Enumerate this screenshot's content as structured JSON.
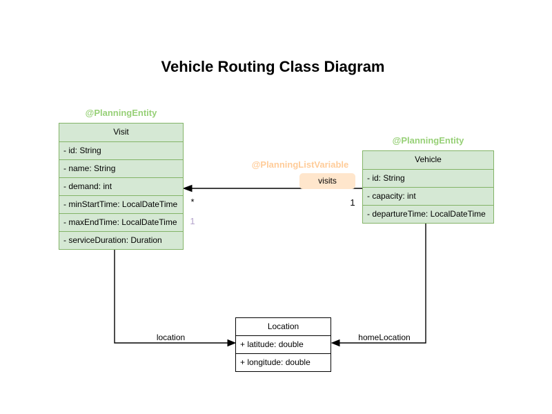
{
  "diagram": {
    "title": "Vehicle Routing Class Diagram"
  },
  "classes": {
    "visit": {
      "annotation": "@PlanningEntity",
      "name": "Visit",
      "fields": [
        "- id: String",
        "- name: String",
        "- demand: int",
        "- minStartTime: LocalDateTime",
        "- maxEndTime: LocalDateTime",
        "- serviceDuration: Duration"
      ]
    },
    "vehicle": {
      "annotation": "@PlanningEntity",
      "name": "Vehicle",
      "fields": [
        "- id: String",
        "- capacity: int",
        "- departureTime: LocalDateTime"
      ]
    },
    "location": {
      "name": "Location",
      "fields": [
        "+ latitude: double",
        "+ longitude: double"
      ]
    }
  },
  "edges": {
    "visits": {
      "annotation": "@PlanningListVariable",
      "label": "visits",
      "target_multiplicity": "*",
      "source_multiplicity": "1",
      "secondary_multiplicity": "1"
    },
    "location": {
      "label": "location"
    },
    "home_location": {
      "label": "homeLocation"
    }
  },
  "colors": {
    "entity_fill": "#d5e8d4",
    "entity_border": "#82b366",
    "entity_annotation_text": "#97d077",
    "list_variable_annotation_text": "#ffcc99",
    "visits_label_fill": "#ffe6cc",
    "secondary_multiplicity_text": "#b3a2cb",
    "edge_stroke": "#000000"
  }
}
